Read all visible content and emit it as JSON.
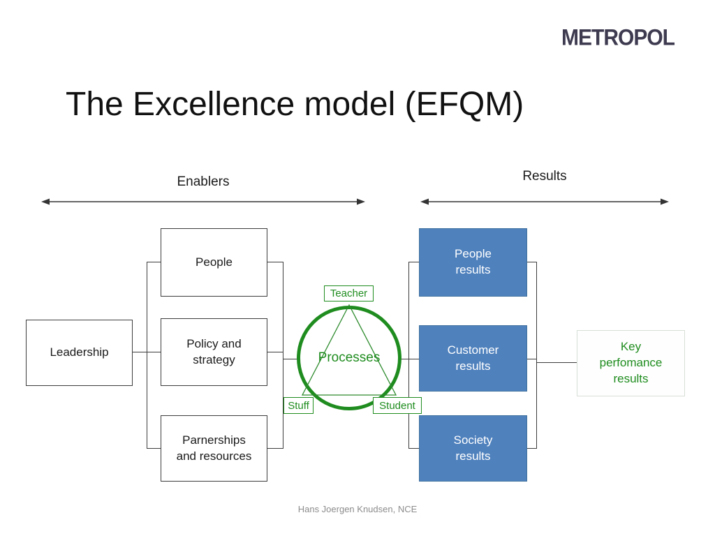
{
  "logo": {
    "text": "METROPOL"
  },
  "title": "The Excellence model (EFQM)",
  "labels": {
    "enablers": "Enablers",
    "results": "Results"
  },
  "enablers": {
    "leadership": "Leadership",
    "people": "People",
    "policy": "Policy and strategy",
    "partnerships": "Parnerships and resources"
  },
  "process": {
    "processes": "Processes",
    "teacher": "Teacher",
    "stuff": "Stuff",
    "student": "Student"
  },
  "results": {
    "people": "People results",
    "customer": "Customer results",
    "society": "Society results",
    "key": "Key perfomance results"
  },
  "footer": "Hans Joergen Knudsen, NCE",
  "colors": {
    "blue_box": "#4f81bd",
    "green": "#1f8c1f",
    "line": "#3c3c3c"
  }
}
